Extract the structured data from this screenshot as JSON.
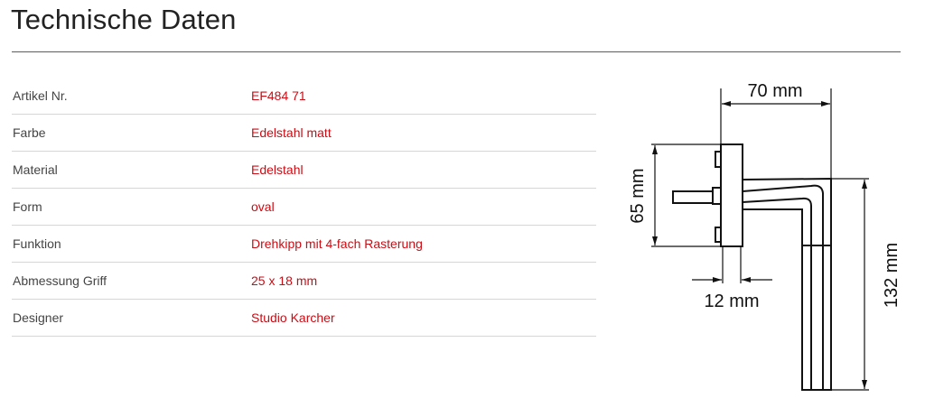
{
  "title": "Technische Daten",
  "specs": [
    {
      "label": "Artikel Nr.",
      "value": "EF484 71"
    },
    {
      "label": "Farbe",
      "value": "Edelstahl matt"
    },
    {
      "label": "Material",
      "value": "Edelstahl"
    },
    {
      "label": "Form",
      "value": "oval"
    },
    {
      "label": "Funktion",
      "value": "Drehkipp mit 4-fach Rasterung"
    },
    {
      "label": "Abmessung Griff",
      "value": "25 x 18 mm"
    },
    {
      "label": "Designer",
      "value": "Studio Karcher"
    }
  ],
  "drawing": {
    "width_label": "70 mm",
    "rosette_height_label": "65 mm",
    "rosette_depth_label": "12 mm",
    "lever_length_label": "132 mm"
  },
  "colors": {
    "accent": "#cc0c14",
    "rule": "#d9262e"
  }
}
